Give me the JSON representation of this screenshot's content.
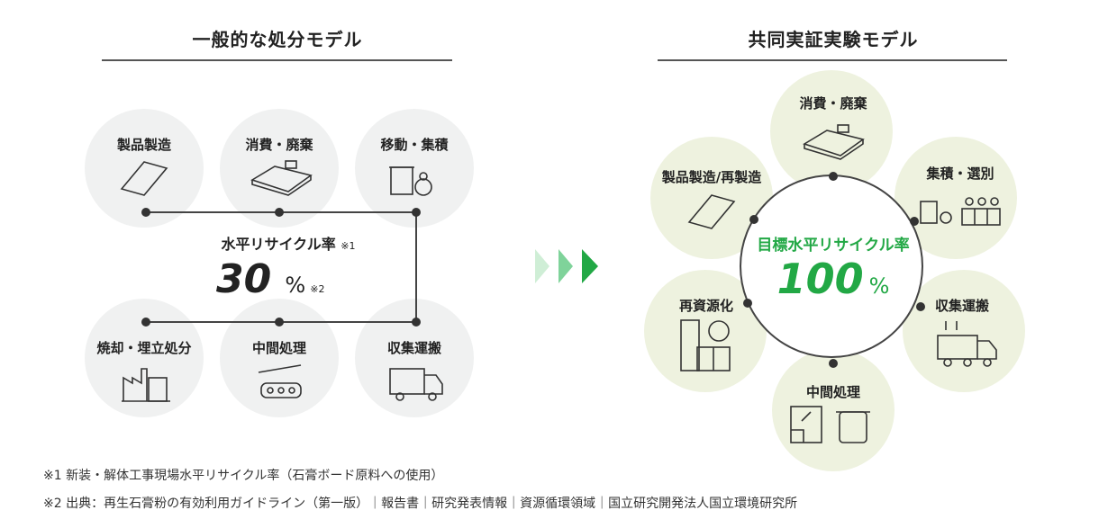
{
  "left": {
    "title": "一般的な処分モデル",
    "rate_label": "水平リサイクル率",
    "rate_note": "※1",
    "rate_value": "30",
    "rate_unit": "%",
    "value_note": "※2",
    "steps": [
      "製品製造",
      "消費・廃棄",
      "移動・集積",
      "焼却・埋立処分",
      "中間処理",
      "収集運搬"
    ]
  },
  "right": {
    "title": "共同実証実験モデル",
    "target_label": "目標水平リサイクル率",
    "target_value": "100",
    "target_unit": "%",
    "steps": [
      "消費・廃棄",
      "集積・選別",
      "収集運搬",
      "中間処理",
      "再資源化",
      "製品製造/再製造"
    ]
  },
  "colors": {
    "accent_green": "#22a845",
    "left_circle": "#f0f1f1",
    "right_circle": "#eef2df"
  },
  "footnotes": [
    "※1 新装・解体工事現場水平リサイクル率（石膏ボード原料への使用）",
    "※2 出典：再生石膏粉の有効利用ガイドライン（第一版）｜報告書｜研究発表情報｜資源循環領域｜国立研究開発法人国立環境研究所"
  ]
}
